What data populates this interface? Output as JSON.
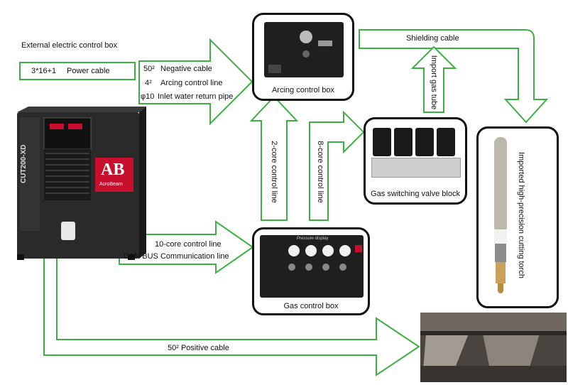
{
  "colors": {
    "arrow_stroke": "#3cb043",
    "frame": "#111111",
    "brand_red": "#c8102e",
    "device_dark": "#222222"
  },
  "labels": {
    "external_box": "External electric control box",
    "power_cable_size": "3*16+1",
    "power_cable": "Power cable",
    "neg_size": "50²",
    "neg_cable": "Negative cable",
    "arc_line_size": "4²",
    "arc_line": "Arcing control line",
    "pipe_size": "φ10",
    "pipe": "Inlet water return pipe",
    "arcing_box": "Arcing control box",
    "shielding_cable": "Shielding cable",
    "import_gas_tube": "Import gas tube",
    "two_core": "2-core control line",
    "eight_core": "8-core control line",
    "valve_block": "Gas switching valve block",
    "torch": "Imported high-precision cutting torch",
    "ten_core": "10-core control line",
    "can_bus": "CAN BUS Communication line",
    "gas_box": "Gas control box",
    "pos_cable": "50² Positive cable"
  },
  "device": {
    "model": "CUT200-XD",
    "logo_letters": "AB",
    "logo_sub": "AcroBeam"
  },
  "gauge_panel_title": "Pressure display"
}
